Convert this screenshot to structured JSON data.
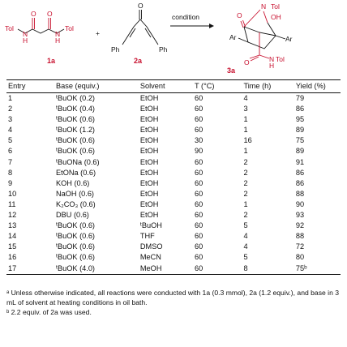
{
  "scheme": {
    "tol": "Tol",
    "ph": "Ph",
    "ar": "Ar",
    "n": "N",
    "h": "H",
    "o": "O",
    "oh": "OH",
    "plus": "+",
    "condition": "condition",
    "compound_1": "1a",
    "compound_2": "2a",
    "compound_3": "3a"
  },
  "table": {
    "headers": [
      "Entry",
      "Base (equiv.)",
      "Solvent",
      "T (°C)",
      "Time (h)",
      "Yield (%)"
    ],
    "rows": [
      {
        "entry": "1",
        "base": "ᵗBuOK (0.2)",
        "solvent": "EtOH",
        "temp": "60",
        "time": "4",
        "yield": "79"
      },
      {
        "entry": "2",
        "base": "ᵗBuOK (0.4)",
        "solvent": "EtOH",
        "temp": "60",
        "time": "3",
        "yield": "86"
      },
      {
        "entry": "3",
        "base": "ᵗBuOK (0.6)",
        "solvent": "EtOH",
        "temp": "60",
        "time": "1",
        "yield": "95"
      },
      {
        "entry": "4",
        "base": "ᵗBuOK (1.2)",
        "solvent": "EtOH",
        "temp": "60",
        "time": "1",
        "yield": "89"
      },
      {
        "entry": "5",
        "base": "ᵗBuOK (0.6)",
        "solvent": "EtOH",
        "temp": "30",
        "time": "16",
        "yield": "75"
      },
      {
        "entry": "6",
        "base": "ᵗBuOK (0.6)",
        "solvent": "EtOH",
        "temp": "90",
        "time": "1",
        "yield": "89"
      },
      {
        "entry": "7",
        "base": "ᵗBuONa (0.6)",
        "solvent": "EtOH",
        "temp": "60",
        "time": "2",
        "yield": "91"
      },
      {
        "entry": "8",
        "base": "EtONa (0.6)",
        "solvent": "EtOH",
        "temp": "60",
        "time": "2",
        "yield": "86"
      },
      {
        "entry": "9",
        "base": "KOH (0.6)",
        "solvent": "EtOH",
        "temp": "60",
        "time": "2",
        "yield": "86"
      },
      {
        "entry": "10",
        "base": "NaOH (0.6)",
        "solvent": "EtOH",
        "temp": "60",
        "time": "2",
        "yield": "88"
      },
      {
        "entry": "11",
        "base": "K₂CO₃ (0.6)",
        "solvent": "EtOH",
        "temp": "60",
        "time": "1",
        "yield": "90"
      },
      {
        "entry": "12",
        "base": "DBU (0.6)",
        "solvent": "EtOH",
        "temp": "60",
        "time": "2",
        "yield": "93"
      },
      {
        "entry": "13",
        "base": "ᵗBuOK (0.6)",
        "solvent": "ᵗBuOH",
        "temp": "60",
        "time": "5",
        "yield": "92"
      },
      {
        "entry": "14",
        "base": "ᵗBuOK (0.6)",
        "solvent": "THF",
        "temp": "60",
        "time": "4",
        "yield": "88"
      },
      {
        "entry": "15",
        "base": "ᵗBuOK (0.6)",
        "solvent": "DMSO",
        "temp": "60",
        "time": "4",
        "yield": "72"
      },
      {
        "entry": "16",
        "base": "ᵗBuOK (0.6)",
        "solvent": "MeCN",
        "temp": "60",
        "time": "5",
        "yield": "80"
      },
      {
        "entry": "17",
        "base": "ᵗBuOK (4.0)",
        "solvent": "MeOH",
        "temp": "60",
        "time": "8",
        "yield": "75ᵇ"
      }
    ]
  },
  "footnotes": {
    "a": "ᵃ Unless otherwise indicated, all reactions were conducted with 1a (0.3 mmol), 2a (1.2 equiv.), and base in 3 mL of solvent at heating conditions in oil bath.",
    "b": "ᵇ 2.2 equiv. of 2a was used."
  }
}
